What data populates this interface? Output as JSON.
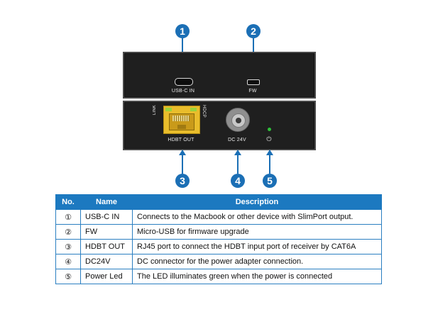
{
  "callouts": [
    "1",
    "2",
    "3",
    "4",
    "5"
  ],
  "device": {
    "top_panel": {
      "port1_label": "USB-C IN",
      "port2_label": "FW"
    },
    "bottom_panel": {
      "link_label": "LINK",
      "hdcp_label": "HDCP",
      "port3_label": "HDBT OUT",
      "port4_label": "DC 24V",
      "power_symbol": "⏻"
    }
  },
  "colors": {
    "accent": "#1b6fb5",
    "table_header": "#1c79c0",
    "panel": "#1f1f1f",
    "rj45": "#f0c22a",
    "led": "#2fbf3a"
  },
  "table": {
    "headers": [
      "No.",
      "Name",
      "Description"
    ],
    "rows": [
      {
        "no": "①",
        "name": "USB-C IN",
        "desc": "Connects to the Macbook or other device with SlimPort output."
      },
      {
        "no": "②",
        "name": "FW",
        "desc": "Micro-USB for firmware upgrade"
      },
      {
        "no": "③",
        "name": "HDBT OUT",
        "desc": "RJ45 port to connect the HDBT input port of receiver by CAT6A"
      },
      {
        "no": "④",
        "name": "DC24V",
        "desc": "DC connector for the power adapter connection."
      },
      {
        "no": "⑤",
        "name": "Power Led",
        "desc": "The LED illuminates green when the power is connected"
      }
    ]
  }
}
